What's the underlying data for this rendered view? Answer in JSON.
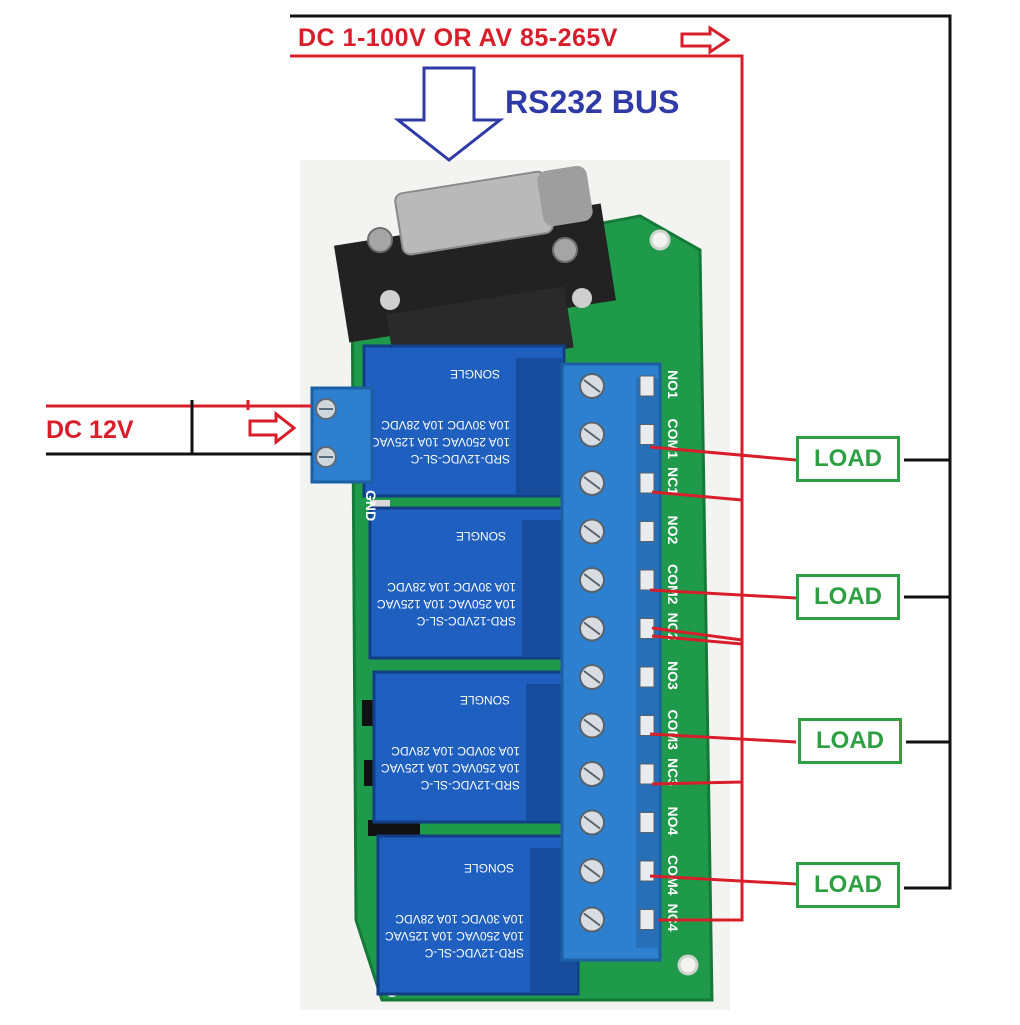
{
  "top_label": "DC 1-100V OR AV 85-265V",
  "bus_label": "RS232 BUS",
  "dc_label": "DC 12V",
  "load_label": "LOAD",
  "terminal_labels": [
    "NO1",
    "COM1",
    "NC1",
    "NO2",
    "COM2",
    "NC2",
    "NO3",
    "COM3",
    "NC3",
    "NO4",
    "COM4",
    "NC4"
  ],
  "relay_model": "SRD-12VDC-SL-C",
  "relay_rating_1": "10A 250VAC  10A 125VAC",
  "relay_rating_2": "10A 30VDC  10A 28VDC",
  "relay_brand": "SONGLE",
  "colors": {
    "wire_red": "#d81e2a",
    "wire_black": "#111111",
    "pcb_green": "#1f9a4b",
    "relay_blue": "#1e5fbf",
    "terminal_blue": "#2d7fd0",
    "load_green": "#2ea043",
    "bus_blue": "#2f3aa6"
  }
}
